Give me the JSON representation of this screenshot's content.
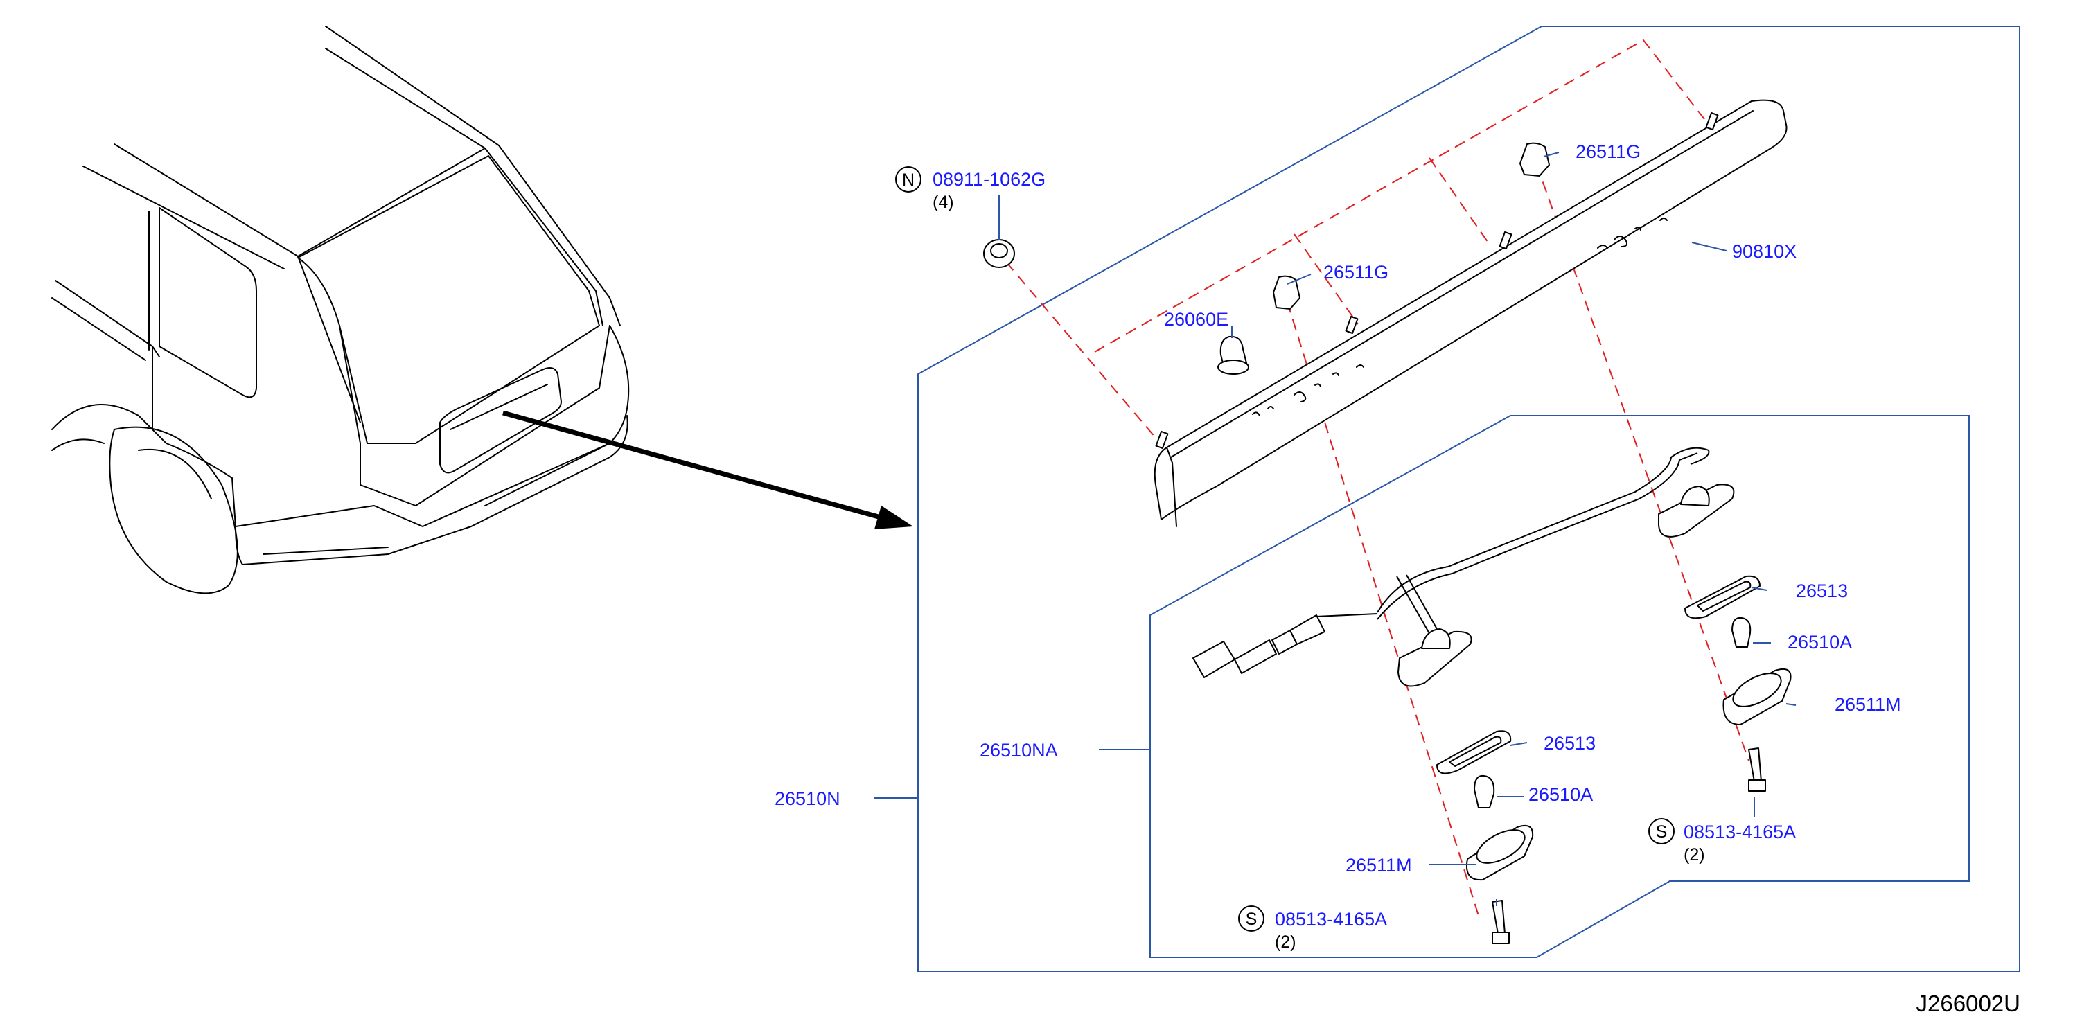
{
  "diagram": {
    "labels": {
      "nut": "08911-1062G",
      "nut_qty": "(4)",
      "nut_prefix": "N",
      "clip_right": "26511G",
      "clip_left": "26511G",
      "grommet": "26060E",
      "finisher": "90810X",
      "assembly": "26510N",
      "harness": "26510NA",
      "gasket_right": "26513",
      "bulb_right": "26510A",
      "lens_right": "26511M",
      "screw_right": "08513-4165A",
      "screw_right_qty": "(2)",
      "screw_right_prefix": "S",
      "gasket_left": "26513",
      "bulb_left": "26510A",
      "lens_left": "26511M",
      "screw_left": "08513-4165A",
      "screw_left_qty": "(2)",
      "screw_left_prefix": "S"
    },
    "figure_code": "J266002U",
    "colors": {
      "label_blue": "#1a1aff",
      "frame_blue": "#2a57a8",
      "dash_red": "#e02020",
      "line_black": "#000000"
    }
  }
}
